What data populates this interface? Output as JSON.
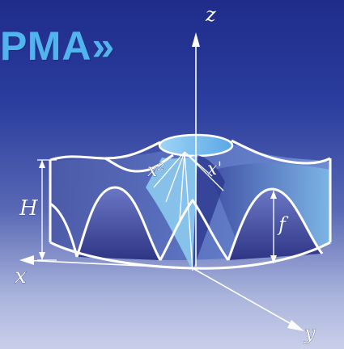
{
  "title": "РМА»",
  "labels": {
    "z": "z",
    "x": "x",
    "y": "y",
    "h": "H",
    "f": "f",
    "x1": "x'",
    "x2": "x²"
  },
  "colors": {
    "background_top": "#1f2c8a",
    "background_bottom": "#c9cfea",
    "title": "#52b4ee",
    "surface_light": "#7fbce8",
    "surface_dark": "#3b3f8a",
    "lines": "#ffffff"
  }
}
